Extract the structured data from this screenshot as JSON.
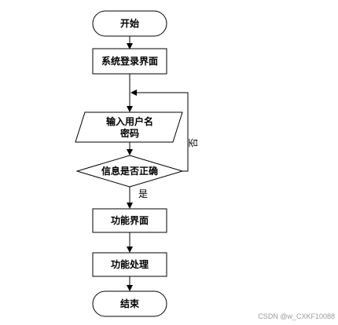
{
  "diagram": {
    "nodes": {
      "start": "开始",
      "login_page": "系统登录界面",
      "input_line1": "输入用户名",
      "input_line2": "密码",
      "decision": "信息是否正确",
      "function_page": "功能界面",
      "function_process": "功能处理",
      "end": "结束"
    },
    "edges": {
      "yes": "是",
      "no": "否"
    }
  },
  "watermark": "CSDN @w_CXKF10088",
  "colors": {
    "stroke": "#000000",
    "fill": "#ffffff",
    "text": "#000000",
    "watermark": "#9a9a9a"
  }
}
